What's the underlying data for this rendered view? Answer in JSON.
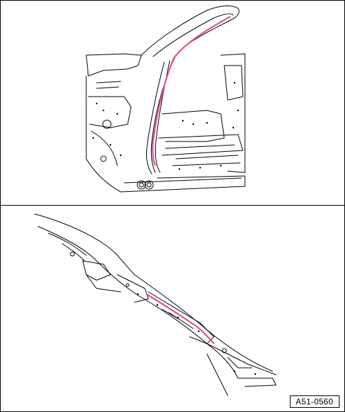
{
  "figure": {
    "reference_code": "A51-0560",
    "highlight_color": "#e0509c",
    "line_color": "#000000",
    "background_color": "#ffffff",
    "panels": [
      {
        "name": "upper-view",
        "subject": "a-pillar-and-sill-outline"
      },
      {
        "name": "lower-view",
        "subject": "a-pillar-detail-outline"
      }
    ]
  }
}
